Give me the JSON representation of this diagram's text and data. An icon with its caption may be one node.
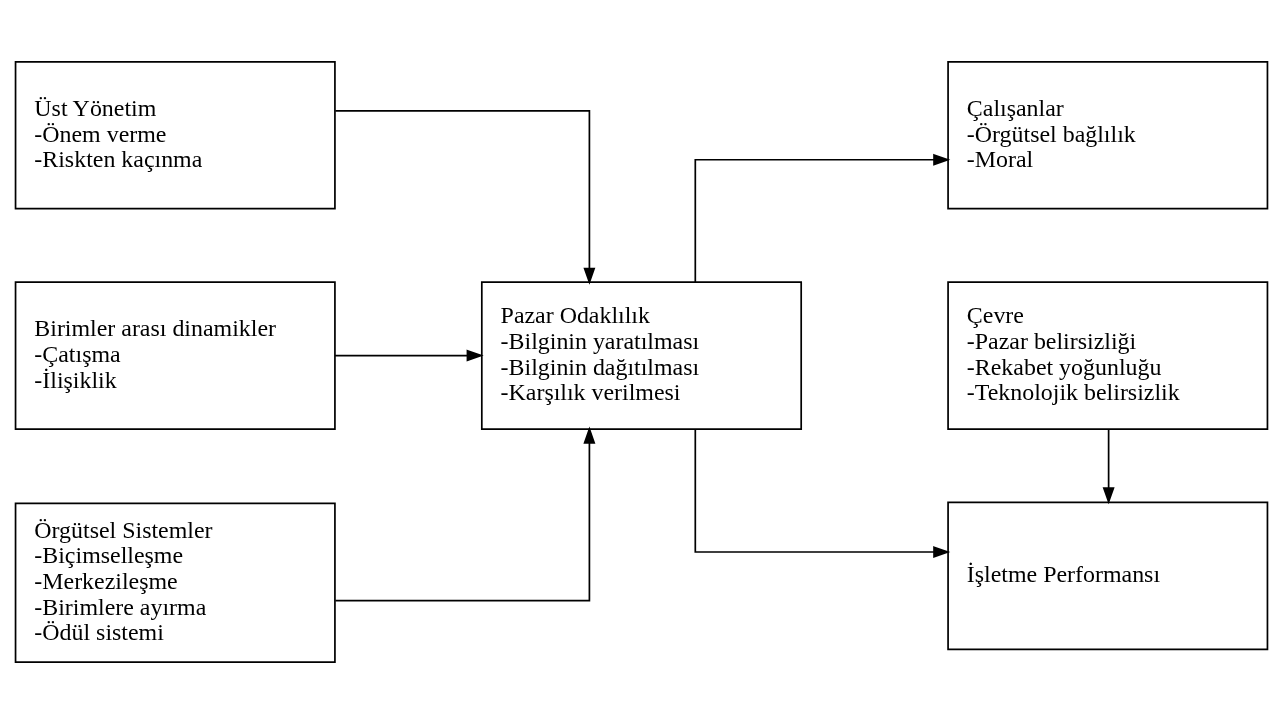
{
  "diagram": {
    "nodes": [
      {
        "text": [
          "Üst Yönetim",
          "-Önem verme",
          "-Riskten kaçınma"
        ]
      },
      {
        "text": [
          "Birimler arası dinamikler",
          "-Çatışma",
          "-İlişiklik"
        ]
      },
      {
        "text": [
          "Örgütsel Sistemler",
          "-Biçimselleşme",
          "-Merkezileşme",
          "-Birimlere ayırma",
          "-Ödül sistemi"
        ]
      },
      {
        "text": [
          "Pazar Odaklılık",
          "-Bilginin yaratılması",
          "-Bilginin dağıtılması",
          "-Karşılık verilmesi"
        ]
      },
      {
        "text": [
          "Çalışanlar",
          "-Örgütsel bağlılık",
          "-Moral"
        ]
      },
      {
        "text": [
          "Çevre",
          "-Pazar belirsizliği",
          "-Rekabet yoğunluğu",
          "-Teknolojik belirsizlik"
        ]
      },
      {
        "text": [
          "İşletme Performansı"
        ]
      }
    ],
    "edges": [
      {
        "from": 0,
        "to": 3,
        "arrow": "to"
      },
      {
        "from": 1,
        "to": 3,
        "arrow": "to"
      },
      {
        "from": 2,
        "to": 3,
        "arrow": "to"
      },
      {
        "from": 3,
        "to": 4,
        "arrow": "to"
      },
      {
        "from": 3,
        "to": 6,
        "arrow": "to"
      },
      {
        "from": 5,
        "to": 6,
        "arrow": "to"
      }
    ]
  }
}
